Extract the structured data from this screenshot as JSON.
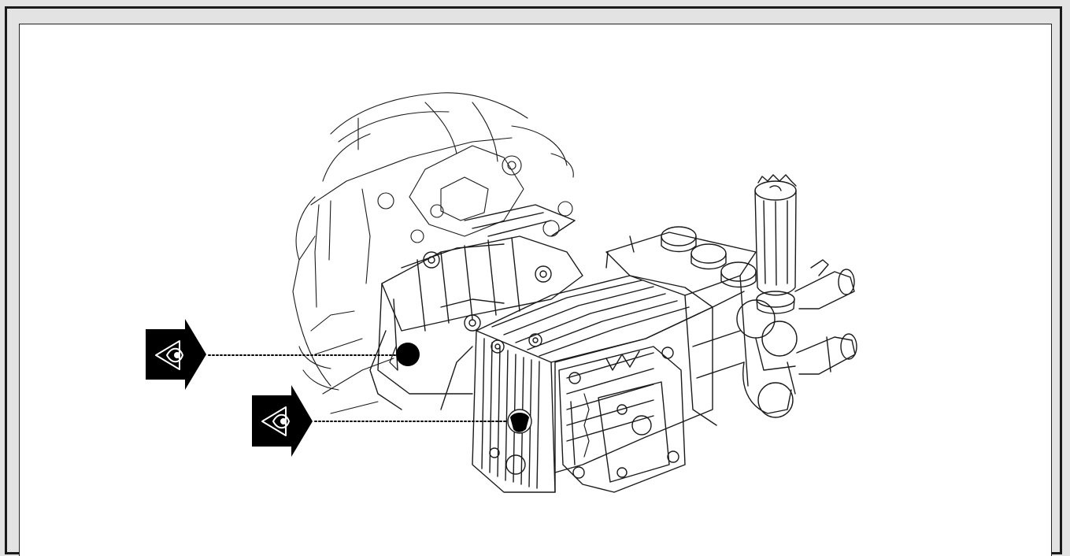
{
  "figure": {
    "subject_icon": "pressure-washer-pump-drawing",
    "inspection_markers": [
      {
        "id": 1,
        "icon": "eye-inspect-icon",
        "target": "oil-sight-glass-upper"
      },
      {
        "id": 2,
        "icon": "eye-inspect-icon",
        "target": "oil-sight-glass-lower"
      }
    ],
    "colors": {
      "line": "#1a1a1a",
      "marker": "#000000",
      "background": "#ffffff",
      "frame": "#e3e3e3"
    }
  }
}
